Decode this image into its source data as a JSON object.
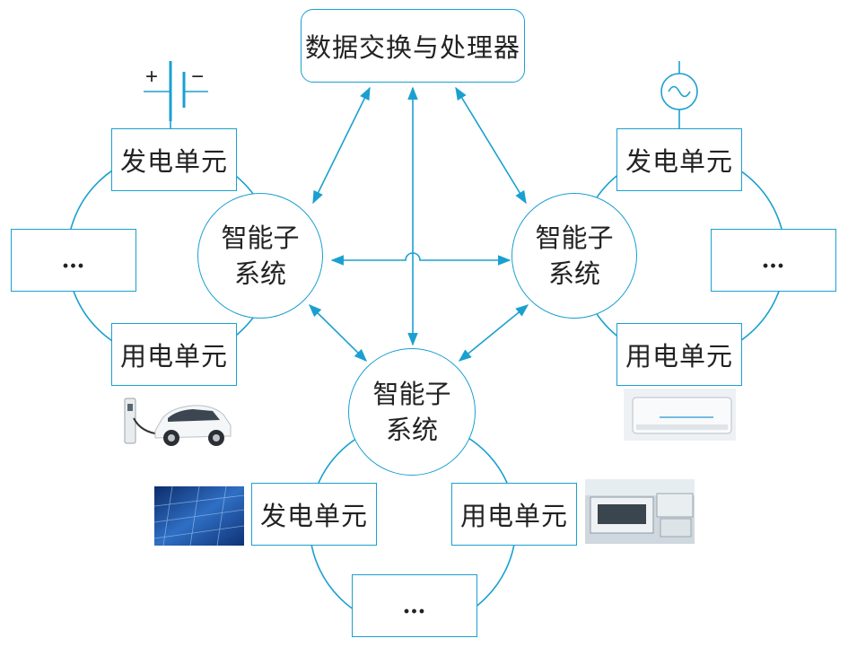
{
  "processor": {
    "label": "数据交换与处理器"
  },
  "subsystems": [
    {
      "line1": "智能子",
      "line2": "系统"
    },
    {
      "line1": "智能子",
      "line2": "系统"
    },
    {
      "line1": "智能子",
      "line2": "系统"
    }
  ],
  "left_ring": {
    "gen": "发电单元",
    "use": "用电单元",
    "more": "…"
  },
  "right_ring": {
    "gen": "发电单元",
    "use": "用电单元",
    "more": "…"
  },
  "bottom_ring": {
    "gen": "发电单元",
    "use": "用电单元",
    "more": "…"
  },
  "battery_symbol": {
    "plus": "+",
    "minus": "−"
  },
  "colors": {
    "line": "#1aa0d0",
    "text": "#222222"
  }
}
